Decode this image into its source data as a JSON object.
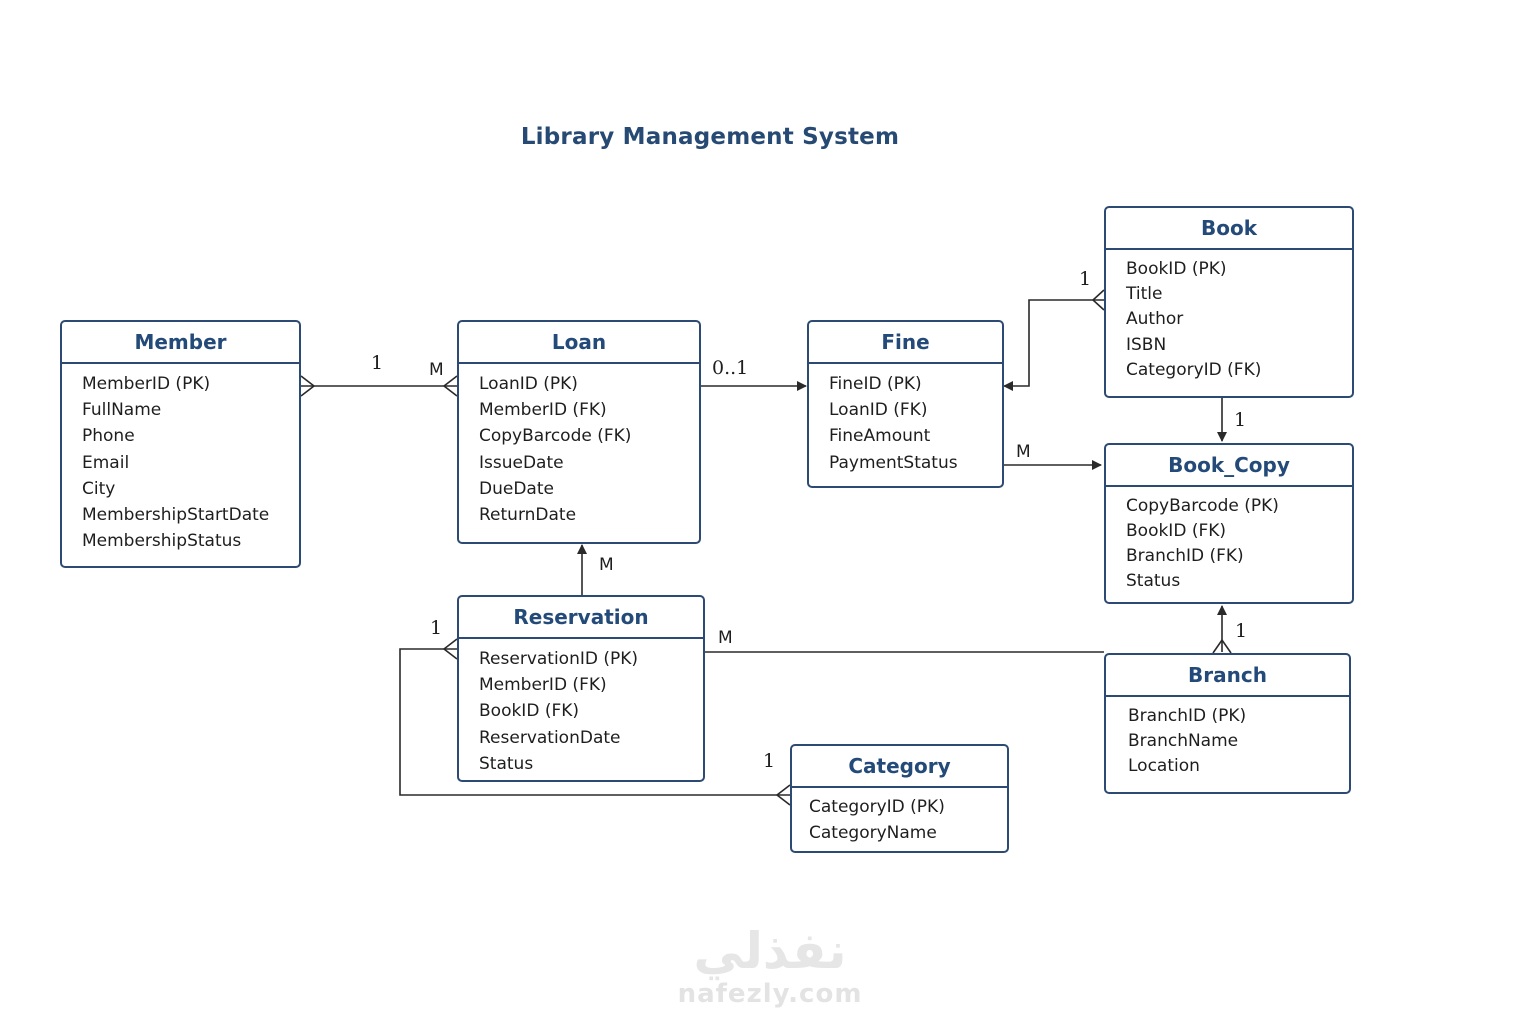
{
  "title": "Library Management System",
  "entities": {
    "member": {
      "name": "Member",
      "fields": [
        "MemberID (PK)",
        "FullName",
        "Phone",
        "Email",
        "City",
        "MembershipStartDate",
        "MembershipStatus"
      ]
    },
    "loan": {
      "name": "Loan",
      "fields": [
        "LoanID (PK)",
        "MemberID (FK)",
        "CopyBarcode (FK)",
        "IssueDate",
        "DueDate",
        "ReturnDate"
      ]
    },
    "fine": {
      "name": "Fine",
      "fields": [
        "FineID (PK)",
        "LoanID (FK)",
        "FineAmount",
        "PaymentStatus"
      ]
    },
    "book": {
      "name": "Book",
      "fields": [
        "BookID (PK)",
        "Title",
        "Author",
        "ISBN",
        "CategoryID (FK)"
      ]
    },
    "book_copy": {
      "name": "Book_Copy",
      "fields": [
        "CopyBarcode (PK)",
        "BookID (FK)",
        "BranchID (FK)",
        "Status"
      ]
    },
    "reservation": {
      "name": "Reservation",
      "fields": [
        "ReservationID (PK)",
        "MemberID (FK)",
        "BookID (FK)",
        "ReservationDate",
        "Status"
      ]
    },
    "branch": {
      "name": "Branch",
      "fields": [
        "BranchID (PK)",
        "BranchName",
        "Location"
      ]
    },
    "category": {
      "name": "Category",
      "fields": [
        "CategoryID (PK)",
        "CategoryName"
      ]
    }
  },
  "relationships": {
    "member_loan": {
      "one": "1",
      "many": "M"
    },
    "loan_fine": {
      "label": "0..1"
    },
    "book_fine": {
      "label": "1"
    },
    "fine_bookcopy": {
      "label": "M"
    },
    "book_bookcopy": {
      "label": "1"
    },
    "reservation_loan": {
      "label": "M"
    },
    "reservation_member": {
      "label": "1"
    },
    "reservation_branch": {
      "label": "M"
    },
    "branch_bookcopy": {
      "label": "1"
    },
    "category_loop": {
      "label": "1"
    }
  },
  "watermark": {
    "logo": "نفذلي",
    "url": "nafezly.com"
  },
  "colors": {
    "border": "#2c4a73",
    "heading": "#234a78",
    "title": "#274a74",
    "line": "#2a2a2a"
  }
}
